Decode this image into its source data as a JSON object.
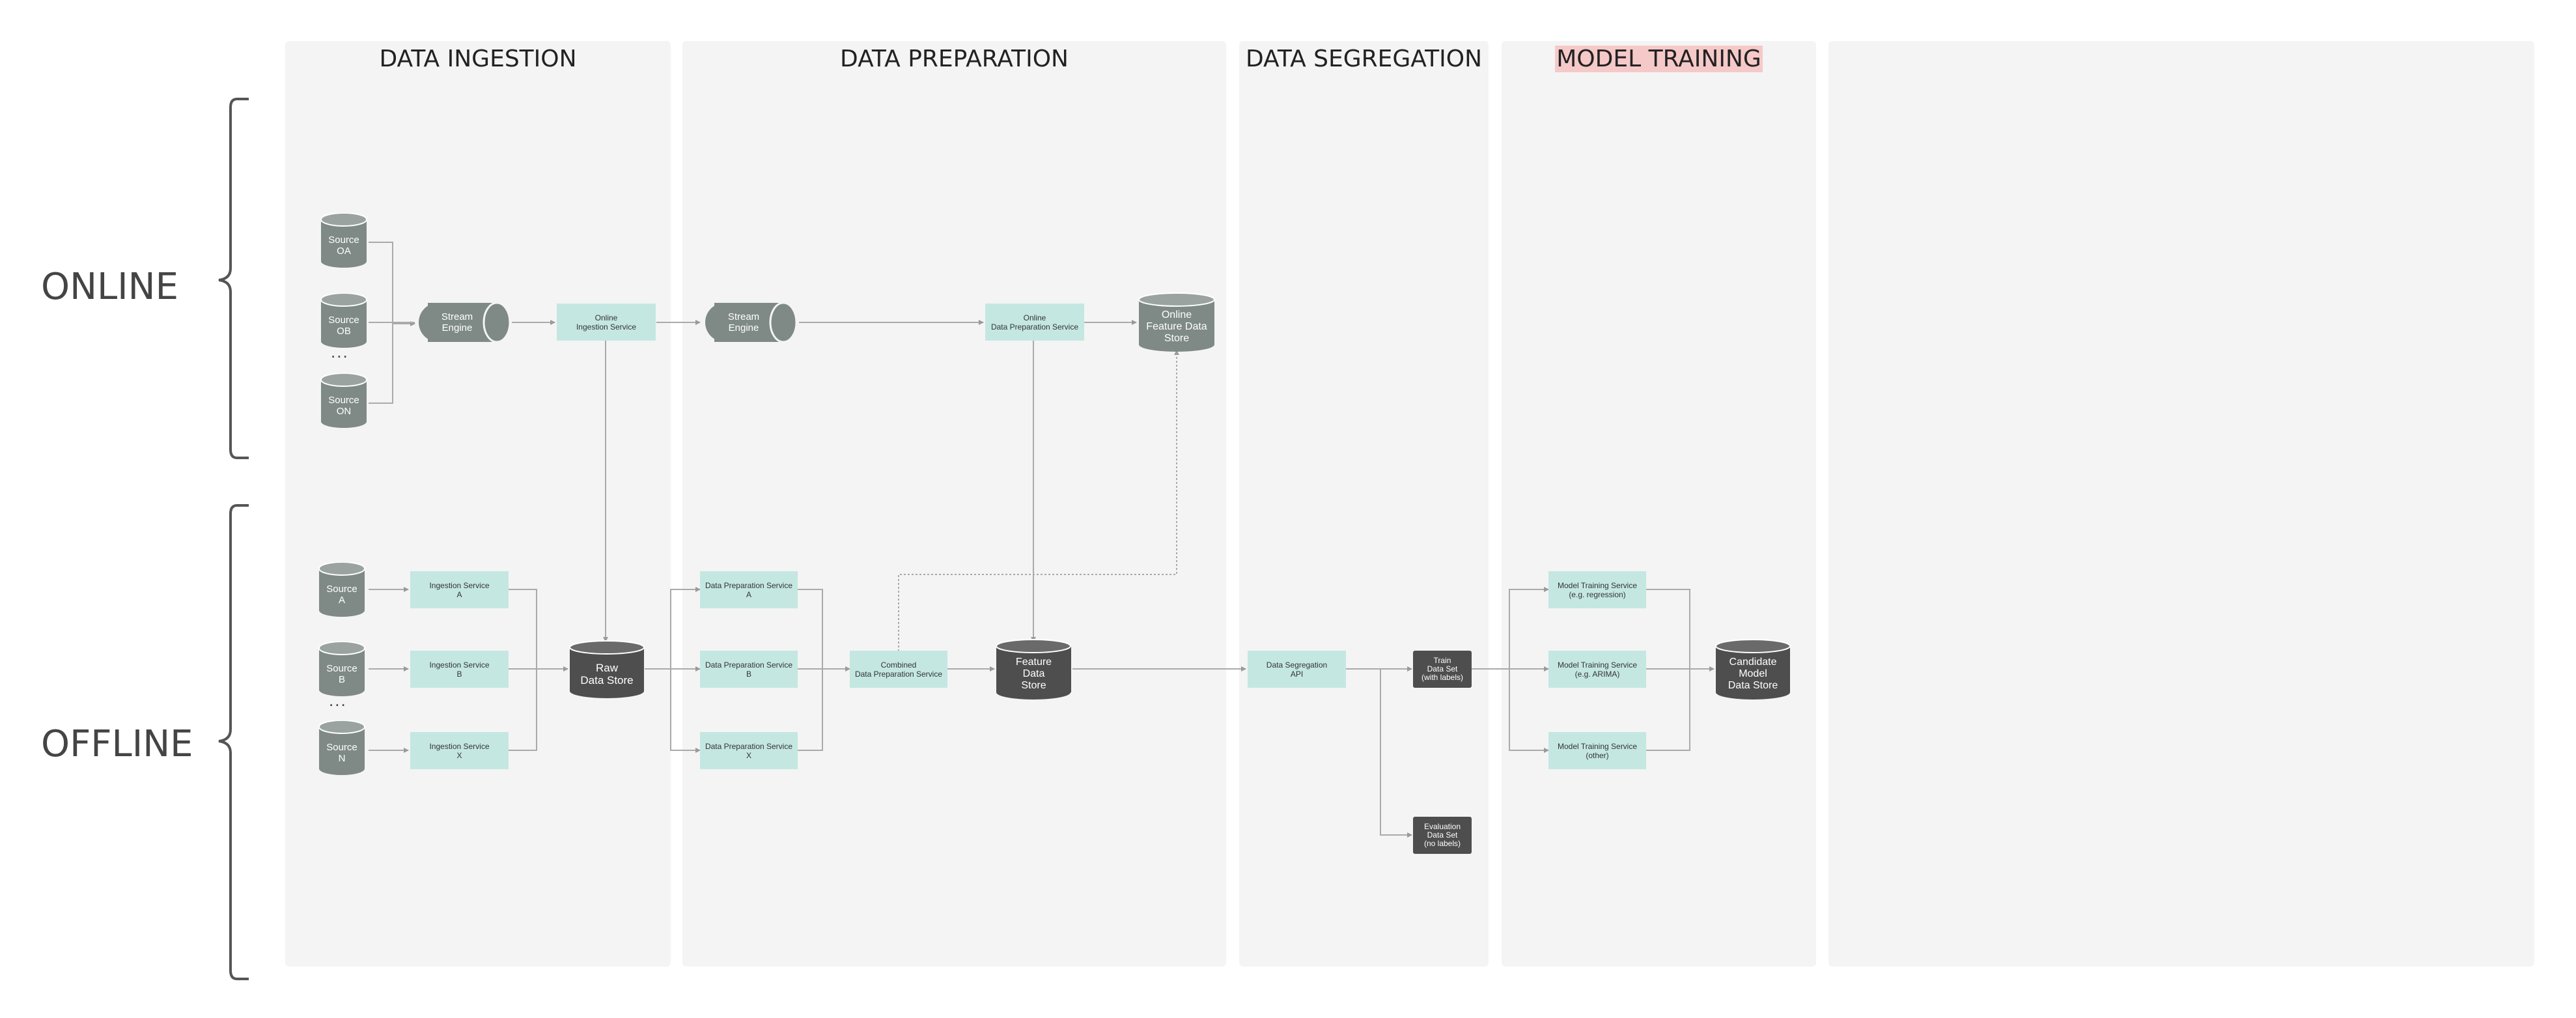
{
  "lanes": {
    "ingestion": "DATA INGESTION",
    "preparation": "DATA PREPARATION",
    "segregation": "DATA SEGREGATION",
    "training": "MODEL TRAINING"
  },
  "rows": {
    "online": "ONLINE",
    "offline": "OFFLINE"
  },
  "online": {
    "source_oa": "Source\nOA",
    "source_ob": "Source\nOB",
    "source_on": "Source\nON",
    "ellipsis": "...",
    "stream_engine_1": "Stream\nEngine",
    "ingestion_service": "Online\nIngestion Service",
    "stream_engine_2": "Stream\nEngine",
    "prep_service": "Online\nData Preparation Service",
    "feature_store": "Online\nFeature Data\nStore"
  },
  "offline": {
    "source_a": "Source\nA",
    "source_b": "Source\nB",
    "source_n": "Source\nN",
    "ellipsis": "...",
    "ingest_a": "Ingestion Service\nA",
    "ingest_b": "Ingestion Service\nB",
    "ingest_x": "Ingestion Service\nX",
    "raw_store": "Raw\nData Store",
    "prep_a": "Data Preparation Service\nA",
    "prep_b": "Data Preparation Service\nB",
    "prep_x": "Data Preparation Service\nX",
    "combined_prep": "Combined\nData Preparation Service",
    "feature_store": "Feature\nData\nStore",
    "segregation_api": "Data Segregation\nAPI",
    "train_set": "Train\nData Set\n(with labels)",
    "eval_set": "Evaluation\nData Set\n(no labels)",
    "train_regression": "Model Training Service\n(e.g. regression)",
    "train_arima": "Model Training Service\n(e.g. ARIMA)",
    "train_other": "Model Training Service\n(other)",
    "candidate_store": "Candidate\nModel\nData Store"
  },
  "colors": {
    "lane_bg": "#f4f4f4",
    "service": "#c4e7e2",
    "cylinder_light": "#7f8a87",
    "cylinder_dark": "#4e4e4e",
    "highlight": "#f6c9c9"
  }
}
